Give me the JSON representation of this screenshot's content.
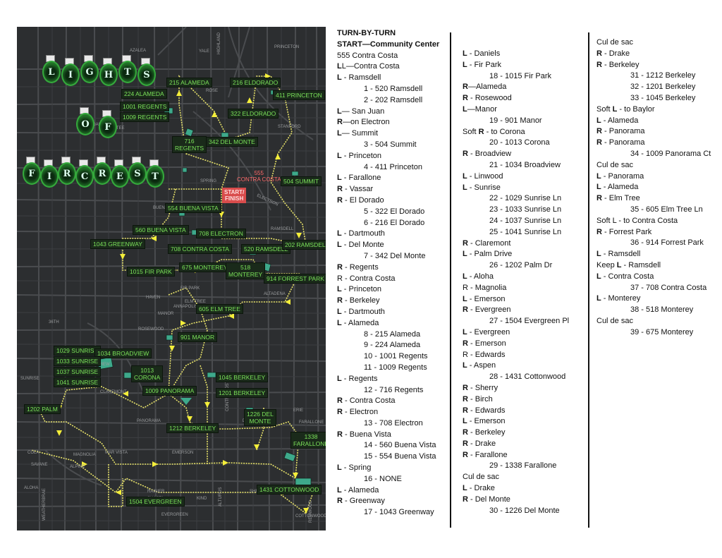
{
  "map": {
    "title_line1": [
      "L",
      "I",
      "G",
      "H",
      "T",
      "S"
    ],
    "title_line2": [
      "O",
      "F"
    ],
    "title_line3": [
      "F",
      "I",
      "R",
      "C",
      "R",
      "E",
      "S",
      "T"
    ],
    "start_address": "555\nCONTRA COSTA",
    "start_label": "START/\nFINISH",
    "labels": [
      "215 ALAMEDA",
      "216 ELDORADO",
      "224 ALAMEDA",
      "411 PRINCETON",
      "1001 REGENTS",
      "1009 REGENTS",
      "322 ELDORADO",
      "716\nREGENTS",
      "342 DEL MONTE",
      "504 SUMMIT",
      "554 BUENA VISTA",
      "560 BUENA VISTA",
      "708 ELECTRON",
      "1043 GREENWAY",
      "708 CONTRA COSTA",
      "520 RAMSDELL",
      "202 RAMSDELL",
      "1015 FIR PARK",
      "675 MONTEREY",
      "518\nMONTEREY",
      "914 FORREST PARK",
      "605 ELM TREE",
      "901 MANOR",
      "1029 SUNRISE",
      "1034 BROADVIEW",
      "1033 SUNRISE",
      "1037 SUNRISE",
      "1041 SUNRISE",
      "1013\nCORONA",
      "1045 BERKELEY",
      "1009 PANORAMA",
      "1201 BERKELEY",
      "1202 PALM",
      "1226 DEL\nMONTE",
      "1212 BERKELEY",
      "1338\nFARALLONE",
      "1431 COTTONWOOD",
      "1504 EVERGREEN"
    ],
    "streets": [
      "AZALEA",
      "YALE",
      "HIGHLAND",
      "PRINCETON",
      "11TH TEE",
      "ARONDALE",
      "ROSE",
      "STANFORD",
      "SPRING",
      "ELECTRON",
      "BUENA VISTA",
      "RAMSDELL",
      "FIR PARK",
      "ELM TREE",
      "HAVEN",
      "MANOR",
      "ROSEWOOD",
      "ANNAPOLIS",
      "ALTADENA",
      "CLAREMONT",
      "36TH",
      "SUNRISE",
      "BROADVIEW",
      "PANORAMA",
      "BERKELEY",
      "CONTRA COSTA",
      "DEL MONTE",
      "ERIE",
      "FARALLONE",
      "COLA",
      "MAGNOLIA",
      "MAR VISTA",
      "EMERSON",
      "ALPINE",
      "SAVANE",
      "ALOHA",
      "RAINIER",
      "SHASTA",
      "EVERGREEN",
      "ALTURUS",
      "KIND",
      "COTTONWOOD",
      "WEATHERBRAE",
      "SHERRY",
      "REDWOOD"
    ]
  },
  "directions": {
    "col1": [
      {
        "t": "TURN-BY-TURN",
        "s": "b"
      },
      {
        "t": "START—Community Center",
        "s": "b"
      },
      {
        "t": "555 Contra Costa",
        "s": ""
      },
      {
        "t": "L—Contra Costa",
        "s": "",
        "d": "L"
      },
      {
        "t": " - Ramsdell",
        "s": "",
        "d": "L"
      },
      {
        "t": "1 - 520 Ramsdell",
        "s": "ind"
      },
      {
        "t": "2 - 202 Ramsdell",
        "s": "ind"
      },
      {
        "t": "— San Juan",
        "s": "",
        "d": "L"
      },
      {
        "t": "—on Electron",
        "s": "",
        "d": "R"
      },
      {
        "t": "— Summit",
        "s": "",
        "d": "L"
      },
      {
        "t": "3 - 504 Summit",
        "s": "ind"
      },
      {
        "t": " - Princeton",
        "s": "",
        "d": "L"
      },
      {
        "t": "4 - 411 Princeton",
        "s": "ind"
      },
      {
        "t": " - Farallone",
        "s": "",
        "d": "L"
      },
      {
        "t": " - Vassar",
        "s": "",
        "d": "R"
      },
      {
        "t": " - El Dorado",
        "s": "",
        "d": "R"
      },
      {
        "t": "5 - 322 El Dorado",
        "s": "ind"
      },
      {
        "t": "6 - 216 El Dorado",
        "s": "ind"
      },
      {
        "t": " - Dartmouth",
        "s": "",
        "d": "L"
      },
      {
        "t": " - Del Monte",
        "s": "",
        "d": "L"
      },
      {
        "t": "7 - 342 Del Monte",
        "s": "ind"
      },
      {
        "t": " - Regents",
        "s": "",
        "d": "R"
      },
      {
        "t": "R - Contra Costa",
        "s": ""
      },
      {
        "t": " - Princeton",
        "s": "",
        "d": "L"
      },
      {
        "t": " - Berkeley",
        "s": "",
        "d": "R"
      },
      {
        "t": " - Dartmouth",
        "s": "",
        "d": "L"
      },
      {
        "t": " - Alameda",
        "s": "",
        "d": "L"
      },
      {
        "t": "8 - 215 Alameda",
        "s": "ind"
      },
      {
        "t": "9 - 224 Alameda",
        "s": "ind"
      },
      {
        "t": "10 - 1001 Regents",
        "s": "ind"
      },
      {
        "t": "11 - 1009 Regents",
        "s": "ind"
      },
      {
        "t": " - Regents",
        "s": "",
        "d": "L"
      },
      {
        "t": "12 - 716 Regents",
        "s": "ind"
      },
      {
        "t": " - Contra Costa",
        "s": "",
        "d": "R"
      },
      {
        "t": " - Electron",
        "s": "",
        "d": "R"
      },
      {
        "t": "13 - 708 Electron",
        "s": "ind"
      },
      {
        "t": " - Buena Vista",
        "s": "",
        "d": "R"
      },
      {
        "t": "14 - 560 Buena Vista",
        "s": "ind"
      },
      {
        "t": "15 - 554 Buena Vista",
        "s": "ind"
      },
      {
        "t": " - Spring",
        "s": "",
        "d": "L"
      },
      {
        "t": "16 - NONE",
        "s": "ind"
      },
      {
        "t": " - Alameda",
        "s": "",
        "d": "L"
      },
      {
        "t": " - Greenway",
        "s": "",
        "d": "R"
      },
      {
        "t": "17 - 1043 Greenway",
        "s": "ind"
      }
    ],
    "col2": [
      {
        "t": " - Daniels",
        "s": "",
        "d": "L"
      },
      {
        "t": " - Fir Park",
        "s": "",
        "d": "L"
      },
      {
        "t": "18 - 1015 Fir Park",
        "s": "ind"
      },
      {
        "t": "—Alameda",
        "s": "",
        "d": "R"
      },
      {
        "t": " - Rosewood",
        "s": "",
        "d": "R"
      },
      {
        "t": "—Manor",
        "s": "",
        "d": "L"
      },
      {
        "t": "19 - 901 Manor",
        "s": "ind"
      },
      {
        "t": "Soft R - to Corona",
        "s": "",
        "d": "SR"
      },
      {
        "t": "20 - 1013 Corona",
        "s": "ind"
      },
      {
        "t": " - Broadview",
        "s": "",
        "d": "R"
      },
      {
        "t": "21 - 1034 Broadview",
        "s": "ind"
      },
      {
        "t": " - Linwood",
        "s": "",
        "d": "L"
      },
      {
        "t": " - Sunrise",
        "s": "",
        "d": "L"
      },
      {
        "t": "22 - 1029 Sunrise Ln",
        "s": "ind"
      },
      {
        "t": "23 - 1033 Sunrise Ln",
        "s": "ind"
      },
      {
        "t": "24 - 1037 Sunrise Ln",
        "s": "ind"
      },
      {
        "t": "25 - 1041 Sunrise Ln",
        "s": "ind"
      },
      {
        "t": " - Claremont",
        "s": "",
        "d": "R"
      },
      {
        "t": " - Palm Drive",
        "s": "",
        "d": "L"
      },
      {
        "t": "26 - 1202 Palm Dr",
        "s": "ind"
      },
      {
        "t": " - Aloha",
        "s": "",
        "d": "L"
      },
      {
        "t": "R - Magnolia",
        "s": ""
      },
      {
        "t": " - Emerson",
        "s": "",
        "d": "L"
      },
      {
        "t": " - Evergreen",
        "s": "",
        "d": "R"
      },
      {
        "t": "27 - 1504 Evergreen Pl",
        "s": "ind"
      },
      {
        "t": " - Evergreen",
        "s": "",
        "d": "L"
      },
      {
        "t": " - Emerson",
        "s": "",
        "d": "R"
      },
      {
        "t": "R - Edwards",
        "s": ""
      },
      {
        "t": " - Aspen",
        "s": "",
        "d": "L"
      },
      {
        "t": "28 - 1431 Cottonwood",
        "s": "ind"
      },
      {
        "t": " - Sherry",
        "s": "",
        "d": "R"
      },
      {
        "t": " - Birch",
        "s": "",
        "d": "R"
      },
      {
        "t": " - Edwards",
        "s": "",
        "d": "R"
      },
      {
        "t": " - Emerson",
        "s": "",
        "d": "L"
      },
      {
        "t": " - Berkeley",
        "s": "",
        "d": "R"
      },
      {
        "t": " - Drake",
        "s": "",
        "d": "R"
      },
      {
        "t": " - Farallone",
        "s": "",
        "d": "R"
      },
      {
        "t": "29 - 1338 Farallone",
        "s": "ind"
      },
      {
        "t": "Cul de sac",
        "s": ""
      },
      {
        "t": " - Drake",
        "s": "",
        "d": "L"
      },
      {
        "t": " - Del Monte",
        "s": "",
        "d": "R"
      },
      {
        "t": "30 - 1226 Del Monte",
        "s": "ind"
      }
    ],
    "col3": [
      {
        "t": "Cul de sac",
        "s": ""
      },
      {
        "t": " - Drake",
        "s": "",
        "d": "R"
      },
      {
        "t": " - Berkeley",
        "s": "",
        "d": "R"
      },
      {
        "t": "31 - 1212 Berkeley",
        "s": "ind2"
      },
      {
        "t": "32 - 1201 Berkeley",
        "s": "ind2"
      },
      {
        "t": "33 - 1045 Berkeley",
        "s": "ind2"
      },
      {
        "t": "Soft L - to Baylor",
        "s": "",
        "d": "SL"
      },
      {
        "t": " - Alameda",
        "s": "",
        "d": "L"
      },
      {
        "t": " - Panorama",
        "s": "",
        "d": "R"
      },
      {
        "t": " - Panorama",
        "s": "",
        "d": "R"
      },
      {
        "t": "34 - 1009 Panorama Ct",
        "s": "ind2"
      },
      {
        "t": "Cul de sac",
        "s": ""
      },
      {
        "t": " - Panorama",
        "s": "",
        "d": "L"
      },
      {
        "t": " - Alameda",
        "s": "",
        "d": "L"
      },
      {
        "t": " - Elm Tree",
        "s": "",
        "d": "R"
      },
      {
        "t": "35 - 605 Elm Tree Ln",
        "s": "ind2"
      },
      {
        "t": "Soft L - to Contra Costa",
        "s": ""
      },
      {
        "t": " - Forrest Park",
        "s": "",
        "d": "R"
      },
      {
        "t": "36 - 914 Forrest Park",
        "s": "ind2"
      },
      {
        "t": " - Ramsdell",
        "s": "",
        "d": "L"
      },
      {
        "t": "Keep L - Ramsdell",
        "s": "",
        "d": "KL"
      },
      {
        "t": " - Contra Costa",
        "s": "",
        "d": "L"
      },
      {
        "t": "37 - 708 Contra Costa",
        "s": "ind2"
      },
      {
        "t": " - Monterey",
        "s": "",
        "d": "L"
      },
      {
        "t": "38 - 518 Monterey",
        "s": "ind2"
      },
      {
        "t": "Cul de sac",
        "s": ""
      },
      {
        "t": "39 - 675 Monterey",
        "s": "ind2"
      }
    ]
  }
}
